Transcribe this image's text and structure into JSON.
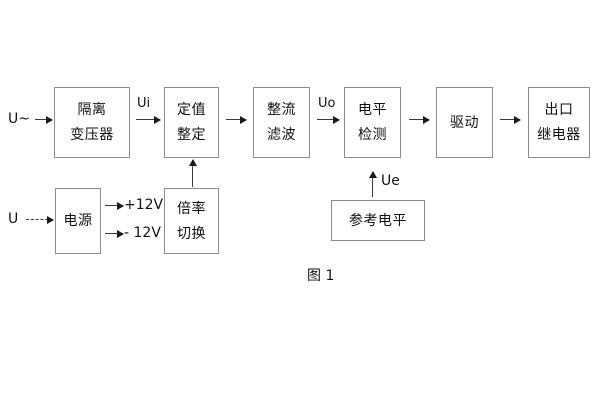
{
  "figure": {
    "caption": "图 1",
    "background_color": "#ffffff",
    "box_border_color": "#8c8c8c",
    "text_color": "#111111",
    "arrow_color": "#1a1a1a"
  },
  "blocks": {
    "isolation_transformer": {
      "line1": "隔离",
      "line2": "变压器"
    },
    "setting_value": {
      "line1": "定值",
      "line2": "整定"
    },
    "rectify_filter": {
      "line1": "整流",
      "line2": "滤波"
    },
    "level_detect": {
      "line1": "电平",
      "line2": "检测"
    },
    "drive": {
      "line1": "驱动",
      "line2": ""
    },
    "output_relay": {
      "line1": "出口",
      "line2": "继电器"
    },
    "power_supply": {
      "line1": "电源",
      "line2": ""
    },
    "multiplier_switch": {
      "line1": "倍率",
      "line2": "切换"
    },
    "reference_level": {
      "line1": "参考电平",
      "line2": ""
    }
  },
  "labels": {
    "input_ac": "U~",
    "input_dc": "U",
    "ui": "Ui",
    "uo": "Uo",
    "ue": "Ue",
    "rail_positive": "+12V",
    "rail_negative": "- 12V"
  }
}
